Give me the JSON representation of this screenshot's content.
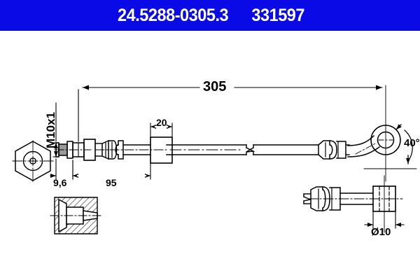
{
  "header": {
    "part_number": "24.5288-0305.3",
    "reference_number": "331597",
    "background_color": "#0a0ae6",
    "text_color": "#ffffff"
  },
  "drawing": {
    "title": "brake-hose-technical-drawing",
    "line_color": "#000000",
    "background_color": "#ffffff",
    "labels": {
      "thread_size": "M10x1",
      "overall_length": "305",
      "clip_width": "20",
      "end_offset": "9,6",
      "clip_distance": "95",
      "banjo_angle": "40°",
      "eye_diameter": "Ø10"
    },
    "views": [
      {
        "name": "hex-nut-end-view",
        "label": ""
      },
      {
        "name": "main-assembly-side-view",
        "label": ""
      },
      {
        "name": "bracket-section-detail",
        "label": ""
      },
      {
        "name": "end-fitting-detail-view",
        "label": ""
      }
    ]
  }
}
